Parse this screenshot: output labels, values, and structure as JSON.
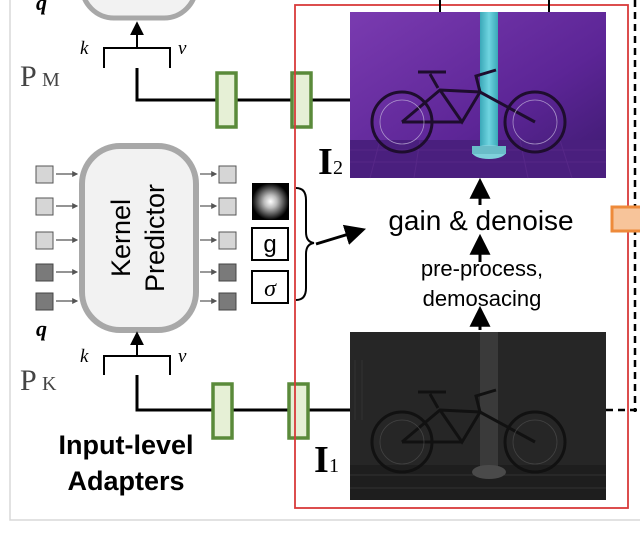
{
  "labels": {
    "q_top": "q",
    "k_top": "k",
    "v_top": "v",
    "pm_letter": "P",
    "pm_sub": "M",
    "kernel_line1": "Kernel",
    "kernel_line2": "Predictor",
    "q_mid": "q",
    "k_mid": "k",
    "v_mid": "v",
    "pk_letter": "P",
    "pk_sub": "K",
    "adapters_line1": "Input-level",
    "adapters_line2": "Adapters",
    "g_symbol": "g",
    "sigma_symbol": "σ",
    "i2_letter": "I",
    "i2_sub": "2",
    "i1_letter": "I",
    "i1_sub": "1",
    "gain_denoise": "gain & denoise",
    "preprocess_line1": "pre-process,",
    "preprocess_line2": "demosacing"
  },
  "images": {
    "i2_caption": "enhanced purple-tinted bicycle photo",
    "i1_caption": "dark low-light bicycle photo"
  },
  "colors": {
    "frame_red": "#d83a3a",
    "adapter_green": "#5a8a3a",
    "adapter_fill": "#e6f0d6",
    "orange": "#ee8a3a",
    "kernel_fill": "#f2f2f2",
    "kernel_stroke": "#a8a8a8",
    "i2_tint": "#6a2ca0",
    "i1_dark": "#262626"
  }
}
